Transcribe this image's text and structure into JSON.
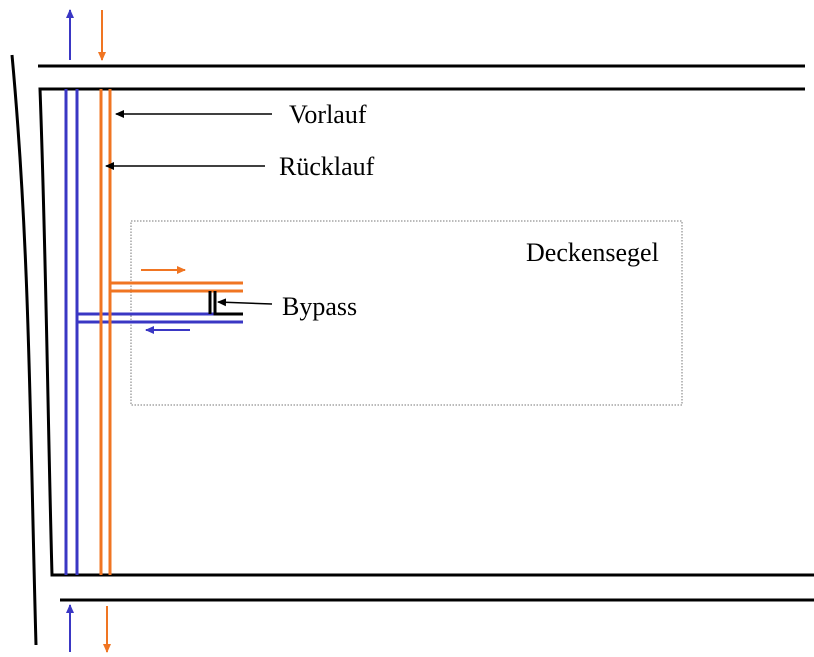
{
  "labels": {
    "vorlauf": "Vorlauf",
    "ruecklauf": "Rücklauf",
    "deckensegel": "Deckensegel",
    "bypass": "Bypass"
  },
  "colors": {
    "supply": "#f07522",
    "return": "#3a37c4",
    "structure": "#000000",
    "panel_border": "#777777",
    "background": "#ffffff"
  }
}
